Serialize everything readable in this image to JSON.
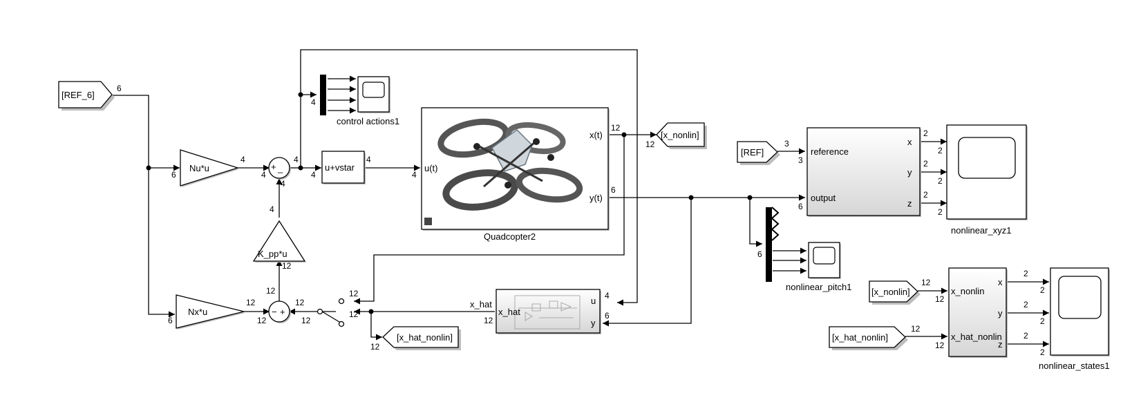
{
  "diagram": {
    "goto_from_tags": {
      "ref6": "[REF_6]",
      "ref": "[REF]",
      "x_nonlin_goto": "[x_nonlin]",
      "x_nonlin_from": "[x_nonlin]",
      "x_hat_nonlin_goto": "[x_hat_nonlin]",
      "x_hat_nonlin_from": "[x_hat_nonlin]"
    },
    "gains": {
      "nu": "Nu*u",
      "nx": "Nx*u",
      "kpp": "K_pp*u"
    },
    "blocks": {
      "uvstar": "u+vstar",
      "control_actions": "control actions1",
      "quadcopter": "Quadcopter2",
      "nonlinear_pitch": "nonlinear_pitch1",
      "nonlinear_xyz": "nonlinear_xyz1",
      "nonlinear_states": "nonlinear_states1"
    },
    "sum_signs": {
      "top_plus": "+",
      "top_minus": "_",
      "bottom_minus": "−",
      "bottom_plus": "+"
    },
    "ports": {
      "quad_in": "u(t)",
      "quad_out_x": "x(t)",
      "quad_out_y": "y(t)",
      "obs_in_u": "u",
      "obs_in_y": "y",
      "obs_out": "x_hat",
      "obs_line_label": "x_hat",
      "sub1_ref": "reference",
      "sub1_out": "output",
      "sub1_x": "x",
      "sub1_y": "y",
      "sub1_z": "z",
      "sub2_xnonlin": "x_nonlin",
      "sub2_xhatnonlin": "x_hat_nonlin",
      "sub2_x": "x",
      "sub2_y": "y",
      "sub2_z": "z"
    },
    "signal_dims": {
      "six": "6",
      "four": "4",
      "twelve": "12",
      "three": "3",
      "two": "2"
    }
  },
  "icons": {
    "quad_image": "quadcopter-drone-icon",
    "lock": "lock-icon",
    "scope": "scope-screen-icon",
    "observer_thumb": "subsystem-preview-icon"
  },
  "colors": {
    "line": "#000000",
    "background": "#ffffff",
    "shadow": "#bdbdbd",
    "quad_body": "#555555"
  }
}
